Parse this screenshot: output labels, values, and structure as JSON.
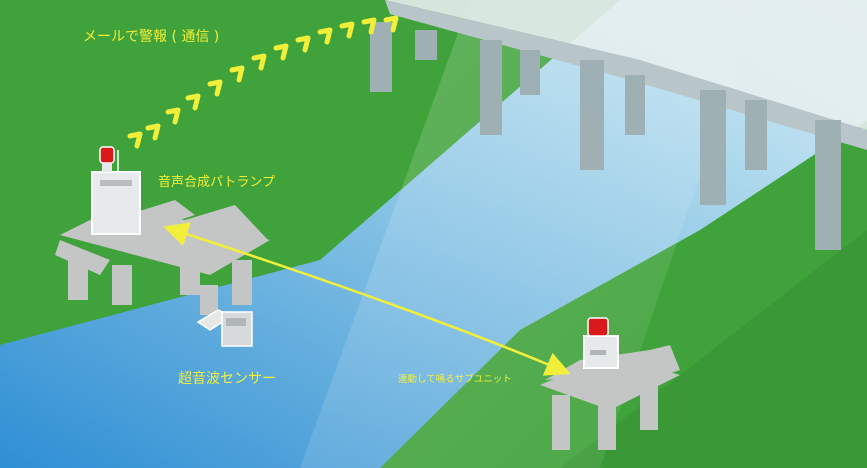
{
  "labels": {
    "mail_alert": "メールで警報 ( 通信 )",
    "voice_lamp": "音声合成パトランプ",
    "ultrasonic_sensor": "超音波センサー",
    "linked_sub_unit": "連動して鳴るサブユニット"
  },
  "colors": {
    "grass": "#3fa23a",
    "grass_dark": "#2e8a2e",
    "water_deep": "#2f8fd4",
    "water_light": "#cfe9f3",
    "structure_gray": "#c3c6c4",
    "label_yellow": "#f2ef3a",
    "lamp_red": "#d81a1a",
    "link_arrow": "#f2ef3a"
  },
  "icons": [
    "wireless-signal-chevrons",
    "lamp-device-icon",
    "sensor-device-icon",
    "sub-unit-device-icon",
    "bidirectional-link-arrow"
  ]
}
